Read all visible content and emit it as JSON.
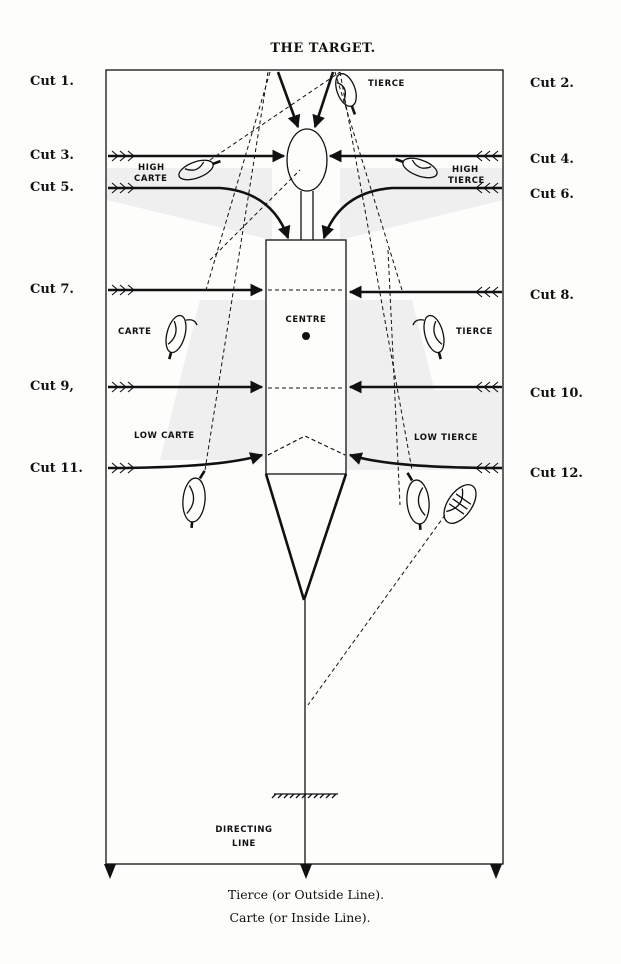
{
  "title": "THE TARGET.",
  "cuts": {
    "c1": "Cut 1.",
    "c2": "Cut 2.",
    "c3": "Cut 3.",
    "c4": "Cut 4.",
    "c5": "Cut 5.",
    "c6": "Cut 6.",
    "c7": "Cut 7.",
    "c8": "Cut 8.",
    "c9": "Cut 9,",
    "c10": "Cut 10.",
    "c11": "Cut 11.",
    "c12": "Cut 12."
  },
  "labels": {
    "tierce_top": "TIERCE",
    "high_carte_1": "HIGH",
    "high_carte_2": "CARTE",
    "high_tierce_1": "HIGH",
    "high_tierce_2": "TIERCE",
    "carte": "CARTE",
    "centre": "CENTRE",
    "tierce_mid": "TIERCE",
    "low_carte": "LOW CARTE",
    "low_tierce": "LOW TIERCE",
    "directing_1": "DIRECTING",
    "directing_2": "LINE"
  },
  "caption": {
    "line1": "Tierce (or Outside Line).",
    "line2": "Carte (or Inside Line)."
  },
  "icons": {
    "hilt": "sword-hilt-icon",
    "arrow": "arrow-icon"
  }
}
